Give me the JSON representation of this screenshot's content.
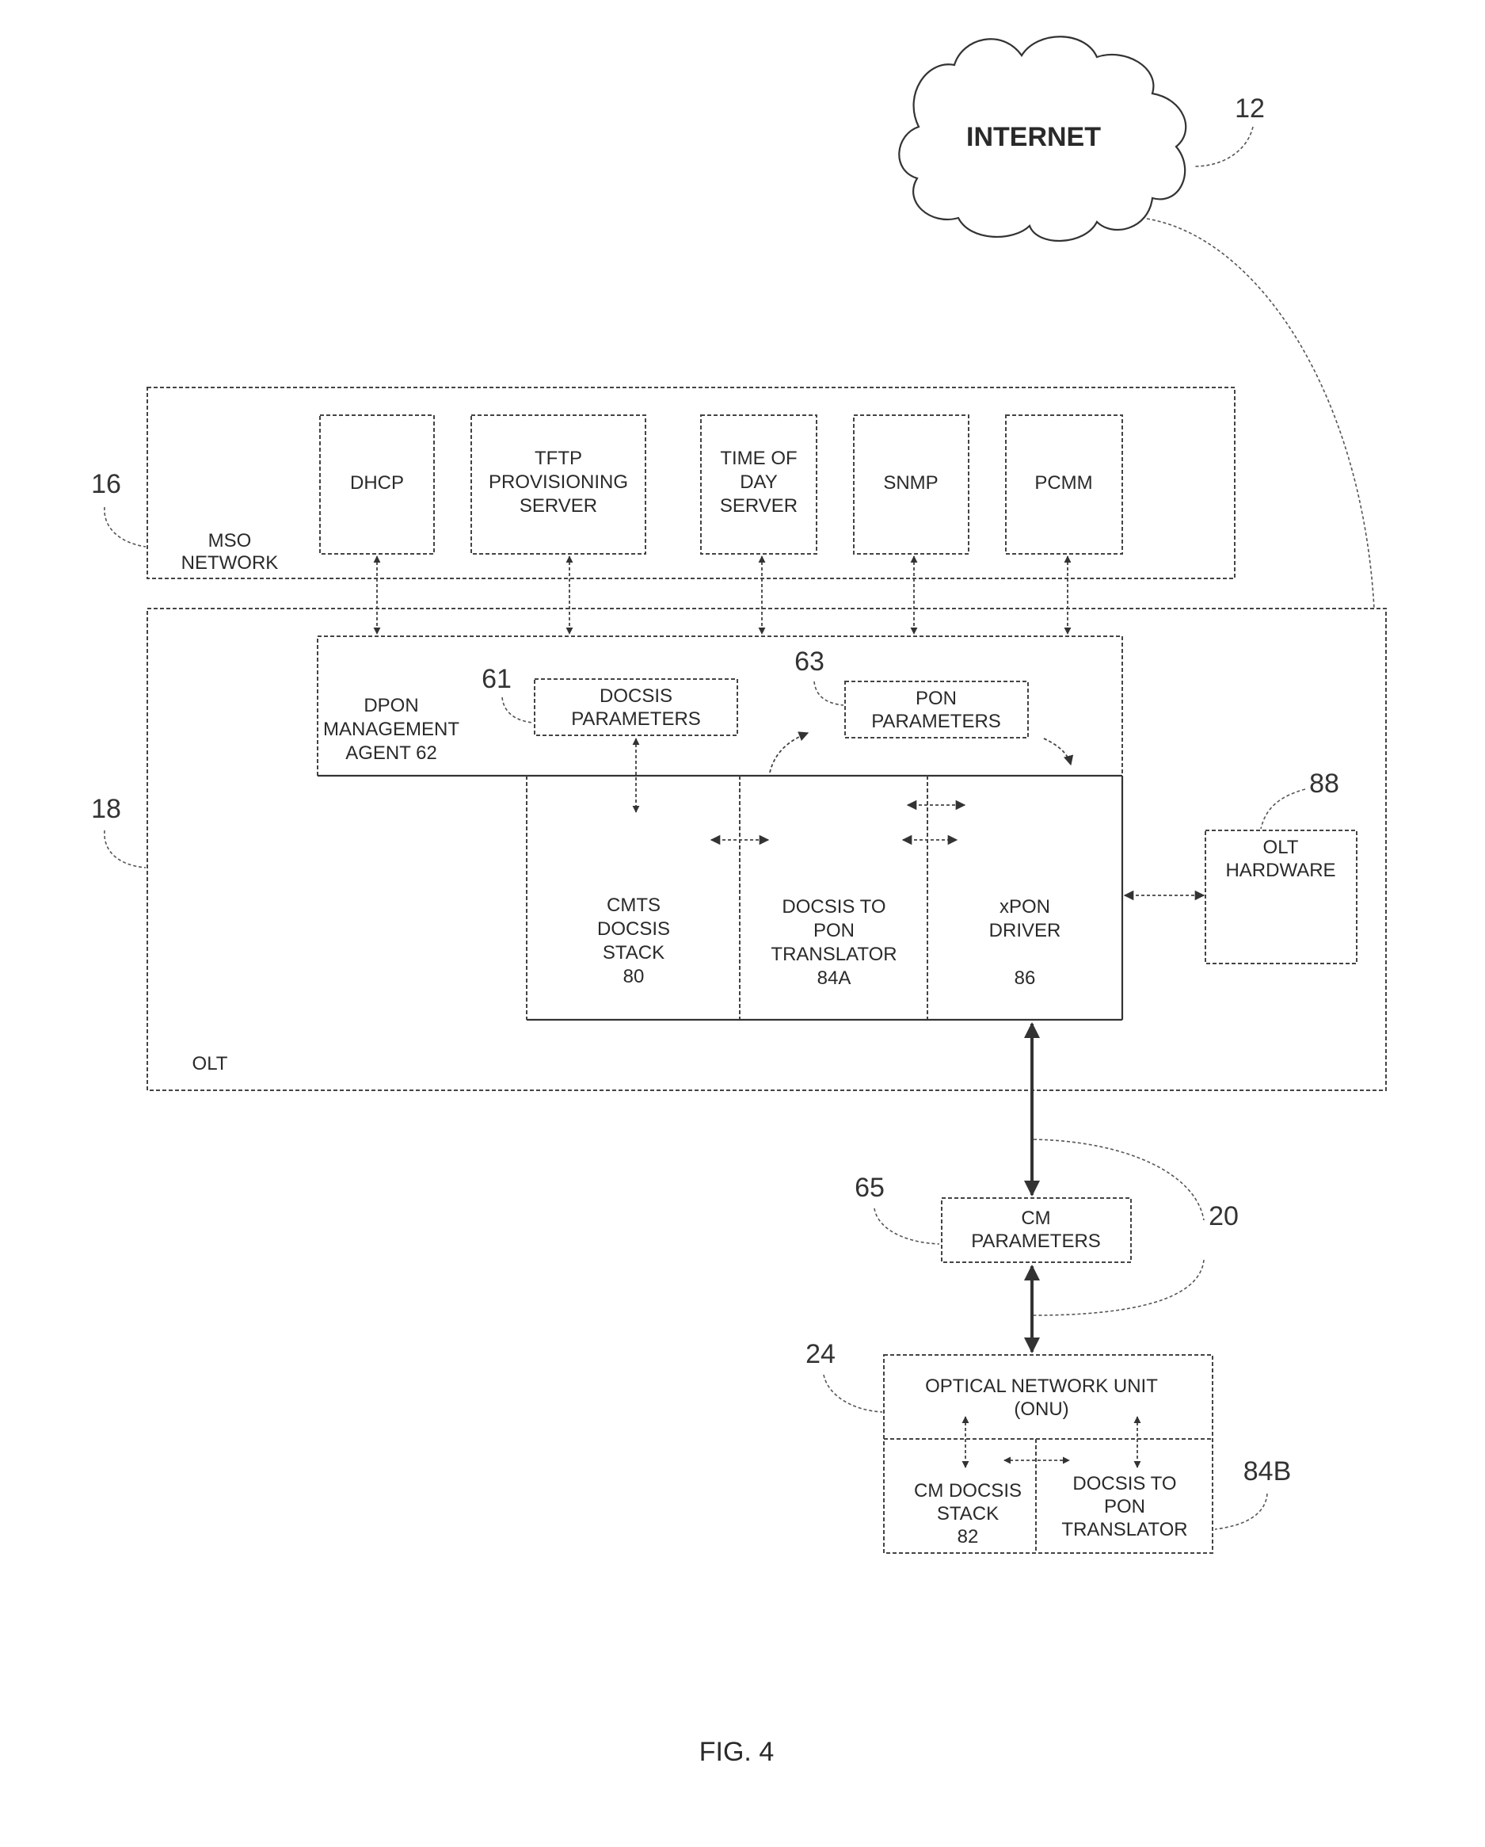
{
  "figure": {
    "caption": "FIG. 4"
  },
  "internet": {
    "label": "INTERNET",
    "ref": "12"
  },
  "mso_network": {
    "ref": "16",
    "label_lines": [
      "MSO",
      "NETWORK"
    ],
    "servers": [
      {
        "name": "dhcp",
        "lines": [
          "DHCP"
        ]
      },
      {
        "name": "tftp",
        "lines": [
          "TFTP",
          "PROVISIONING",
          "SERVER"
        ]
      },
      {
        "name": "time-of-day",
        "lines": [
          "TIME OF",
          "DAY",
          "SERVER"
        ]
      },
      {
        "name": "snmp",
        "lines": [
          "SNMP"
        ]
      },
      {
        "name": "pcmm",
        "lines": [
          "PCMM"
        ]
      }
    ]
  },
  "olt": {
    "ref": "18",
    "label": "OLT",
    "dpon_agent": {
      "lines": [
        "DPON",
        "MANAGEMENT",
        "AGENT 62"
      ]
    },
    "docsis_parameters": {
      "ref": "61",
      "lines": [
        "DOCSIS",
        "PARAMETERS"
      ]
    },
    "pon_parameters": {
      "ref": "63",
      "lines": [
        "PON",
        "PARAMETERS"
      ]
    },
    "cmts_stack": {
      "lines": [
        "CMTS",
        "DOCSIS",
        "STACK",
        "80"
      ]
    },
    "translator": {
      "lines": [
        "DOCSIS TO",
        "PON",
        "TRANSLATOR",
        "84A"
      ]
    },
    "xpon_driver": {
      "lines": [
        "xPON",
        "DRIVER",
        "",
        "86"
      ]
    },
    "olt_hardware": {
      "ref": "88",
      "lines": [
        "OLT",
        "HARDWARE"
      ]
    }
  },
  "link": {
    "ref": "20"
  },
  "cm_parameters": {
    "ref": "65",
    "lines": [
      "CM",
      "PARAMETERS"
    ]
  },
  "onu": {
    "ref": "24",
    "lines": [
      "OPTICAL NETWORK UNIT",
      "(ONU)"
    ],
    "cm_stack": {
      "lines": [
        "CM DOCSIS",
        "STACK",
        "82"
      ]
    },
    "translator": {
      "ref": "84B",
      "lines": [
        "DOCSIS TO",
        "PON",
        "TRANSLATOR"
      ]
    }
  }
}
